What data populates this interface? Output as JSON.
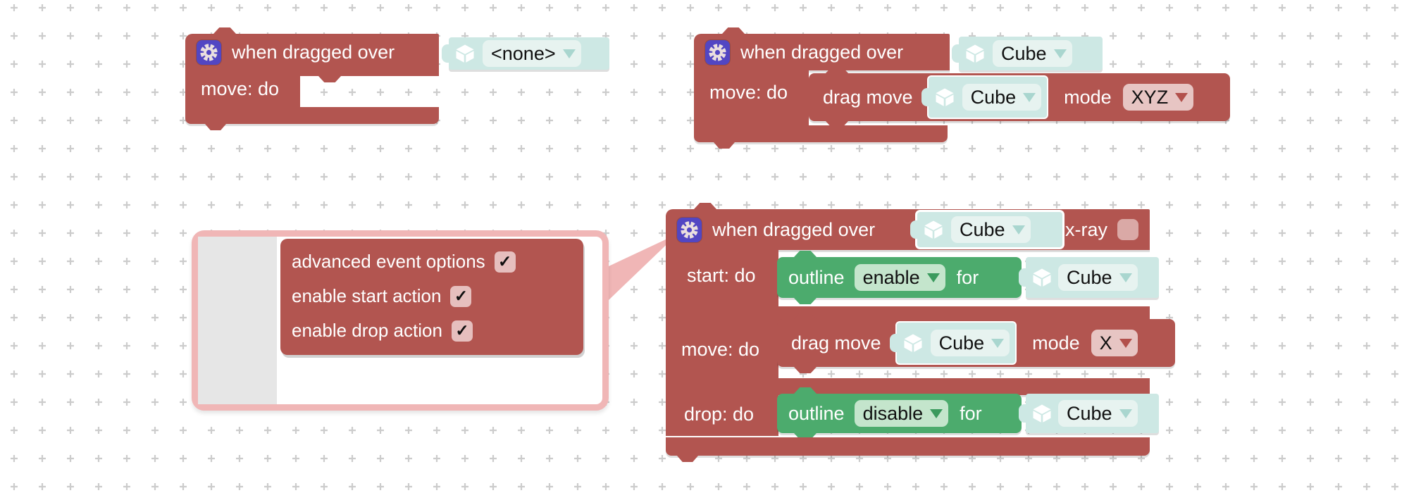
{
  "colors": {
    "event_block_red": "#b25550",
    "action_block_green": "#4cab6d",
    "item_block_teal": "#cde8e4",
    "dropdown_field_light": "#e7f3f0",
    "mode_pill_pink": "#e7c5c3",
    "gear_badge_purple": "#5246c3",
    "mutator_border_pink": "#f0b6b6",
    "mutator_flyout_gray": "#e6e6e6",
    "grid_mark_gray": "#cccccc"
  },
  "blocks": {
    "a": {
      "title": "when dragged over",
      "item": "<none>",
      "move_label": "move: do"
    },
    "b": {
      "title": "when dragged over",
      "item": "Cube",
      "move_label": "move: do",
      "inner": {
        "label": "drag move",
        "item": "Cube",
        "mode_label": "mode",
        "mode": "XYZ"
      }
    },
    "c": {
      "title": "when dragged over",
      "item": "Cube",
      "xray_label": "x-ray",
      "start_label": "start: do",
      "move_label": "move: do",
      "drop_label": "drop: do",
      "outline_start": {
        "label": "outline",
        "state": "enable",
        "for_label": "for",
        "item": "Cube"
      },
      "inner_move": {
        "label": "drag move",
        "item": "Cube",
        "mode_label": "mode",
        "mode": "X"
      },
      "outline_drop": {
        "label": "outline",
        "state": "disable",
        "for_label": "for",
        "item": "Cube"
      }
    }
  },
  "mutator": {
    "check_glyph": "✓",
    "options": [
      {
        "label": "advanced event options",
        "checked": true
      },
      {
        "label": "enable start action",
        "checked": true
      },
      {
        "label": "enable drop action",
        "checked": true
      }
    ]
  }
}
